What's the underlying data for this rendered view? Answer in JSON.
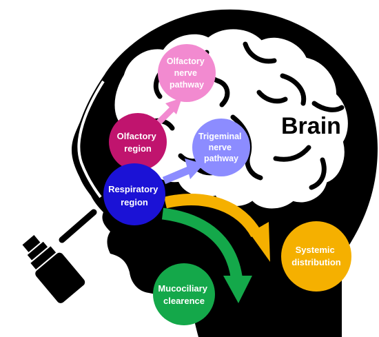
{
  "brain_label": "Brain",
  "nodes": {
    "olfactory_nerve": {
      "lines": [
        "Olfactory",
        "nerve",
        "pathway"
      ],
      "color": "#f28ad0"
    },
    "olfactory_region": {
      "lines": [
        "Olfactory",
        "region"
      ],
      "color": "#c0146e"
    },
    "trigeminal_nerve": {
      "lines": [
        "Trigeminal",
        "nerve",
        "pathway"
      ],
      "color": "#8c8cff"
    },
    "respiratory_region": {
      "lines": [
        "Respiratory",
        "region"
      ],
      "color": "#1b12d6"
    },
    "systemic": {
      "lines": [
        "Systemic",
        "distribution"
      ],
      "color": "#f5b000"
    },
    "mucociliary": {
      "lines": [
        "Mucociliary",
        "clearence"
      ],
      "color": "#14a84a"
    }
  },
  "colors": {
    "head": "#000000",
    "brain_fill": "#ffffff",
    "pink_arrow": "#f28ad0",
    "blue_arrow": "#8c8cff",
    "yellow_arrow": "#f5b000",
    "green_arrow": "#14a84a"
  }
}
